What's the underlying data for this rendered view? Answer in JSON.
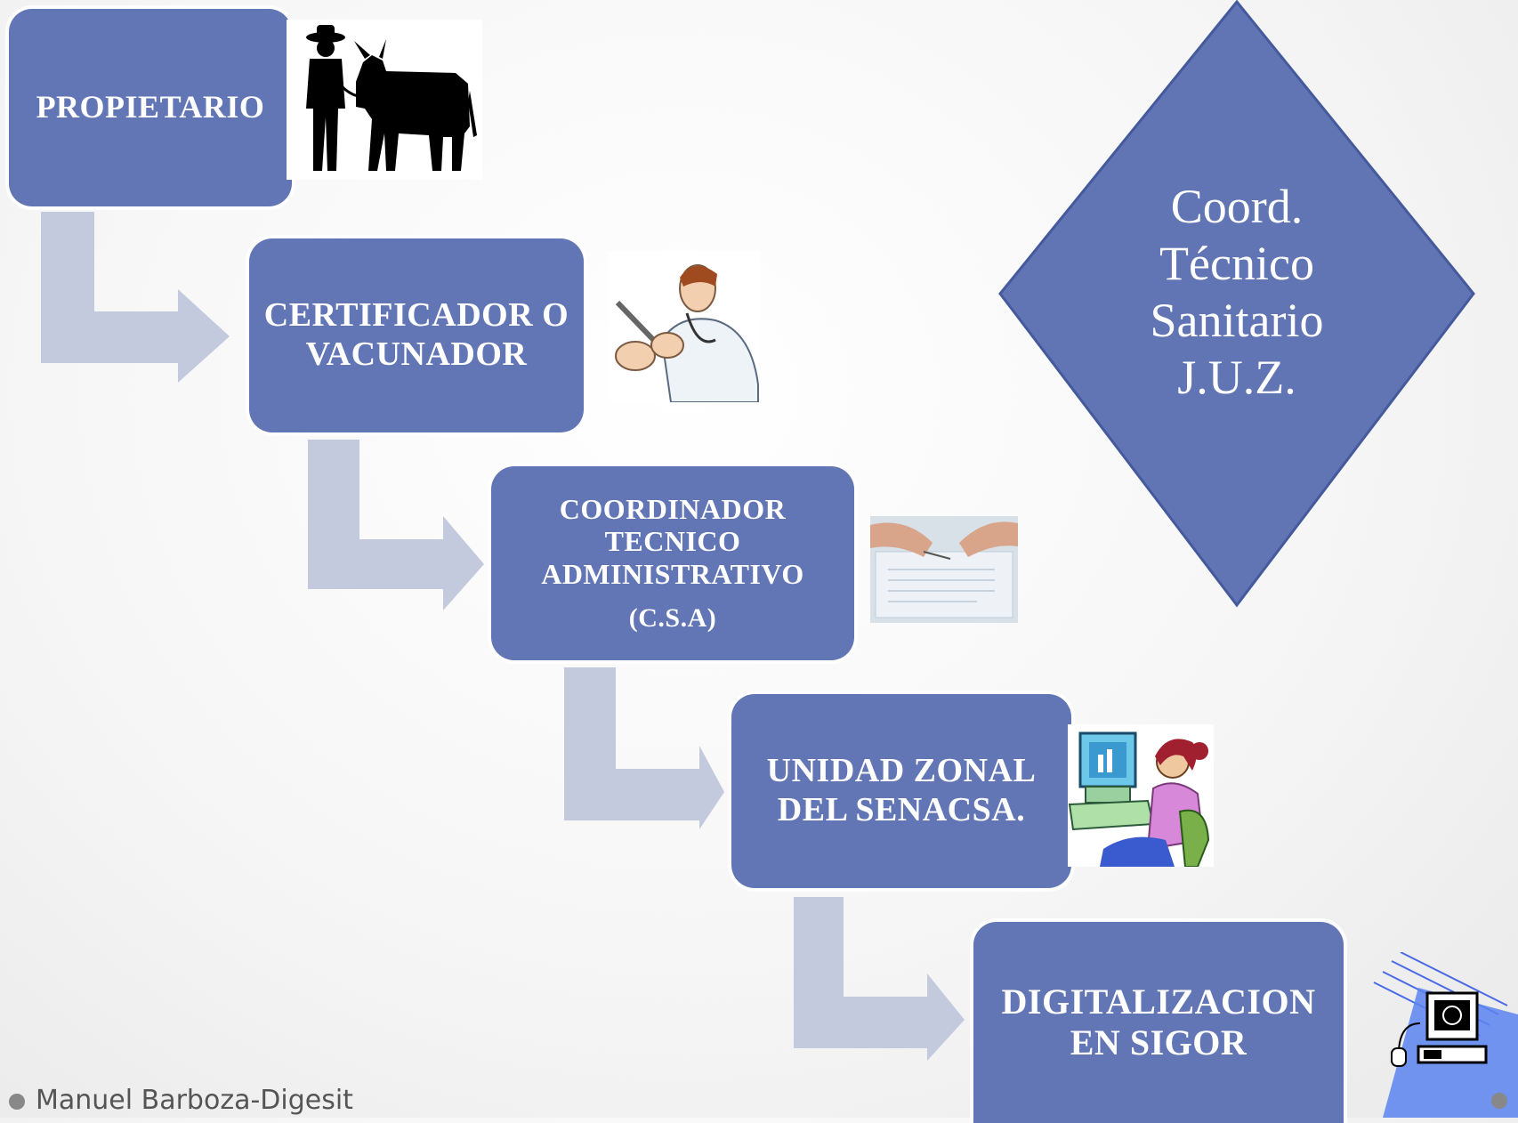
{
  "flow": {
    "step1": "PROPIETARIO",
    "step2": [
      "CERTIFICADOR  O",
      "VACUNADOR"
    ],
    "step3": [
      "COORDINADOR",
      "TECNICO",
      "ADMINISTRATIVO",
      "(C.S.A)"
    ],
    "step4": [
      "UNIDAD ZONAL",
      "DEL SENACSA."
    ],
    "step5": [
      "DIGITALIZACION",
      "EN SIGOR"
    ]
  },
  "side_note": [
    "Coord.",
    "Técnico",
    "Sanitario",
    "J.U.Z."
  ],
  "footer": "Manuel Barboza-Digesit",
  "colors": {
    "box": "#6276b6",
    "arrow": "#c4cade",
    "diamond": "#6174b4"
  },
  "icons": [
    "farmer-cow-icon",
    "veterinarian-icon",
    "document-hands-icon",
    "computer-user-icon",
    "computer-icon"
  ]
}
